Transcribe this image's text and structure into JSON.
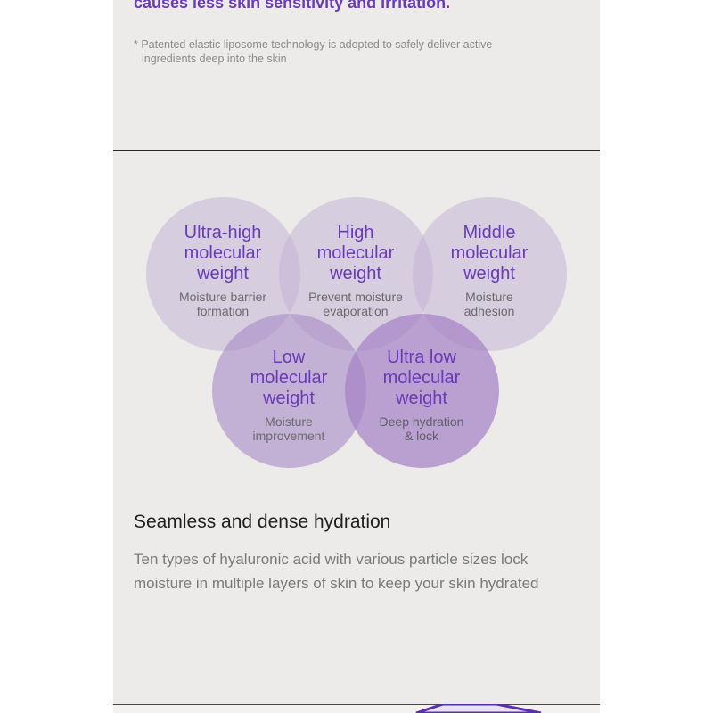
{
  "intro": {
    "headline": "causes less skin sensitivity and irritation.",
    "footnote": "* Patented elastic liposome technology is adopted to safely deliver active ingredients deep into the skin"
  },
  "venn": {
    "circles": [
      {
        "title_lines": [
          "Ultra-high",
          "molecular",
          "weight"
        ],
        "sub_lines": [
          "Moisture barrier",
          "formation"
        ]
      },
      {
        "title_lines": [
          "High",
          "molecular",
          "weight"
        ],
        "sub_lines": [
          "Prevent moisture",
          "evaporation"
        ]
      },
      {
        "title_lines": [
          "Middle",
          "molecular",
          "weight"
        ],
        "sub_lines": [
          "Moisture",
          "adhesion"
        ]
      },
      {
        "title_lines": [
          "Low",
          "molecular",
          "weight"
        ],
        "sub_lines": [
          "Moisture",
          "improvement"
        ]
      },
      {
        "title_lines": [
          "Ultra low",
          "molecular",
          "weight"
        ],
        "sub_lines": [
          "Deep hydration",
          "& lock"
        ]
      }
    ],
    "colors": {
      "title": "#6a3ab8",
      "subtitle": "#6b6b6b",
      "circle_light": "#c4b4d6",
      "circle_dark": "#a582c6"
    }
  },
  "section": {
    "title": "Seamless and dense hydration",
    "body": "Ten types of hyaluronic acid with various particle sizes lock moisture in multiple layers of skin to keep your skin hydrated"
  },
  "colors": {
    "accent": "#6a3ab8",
    "background": "#ecebea"
  }
}
